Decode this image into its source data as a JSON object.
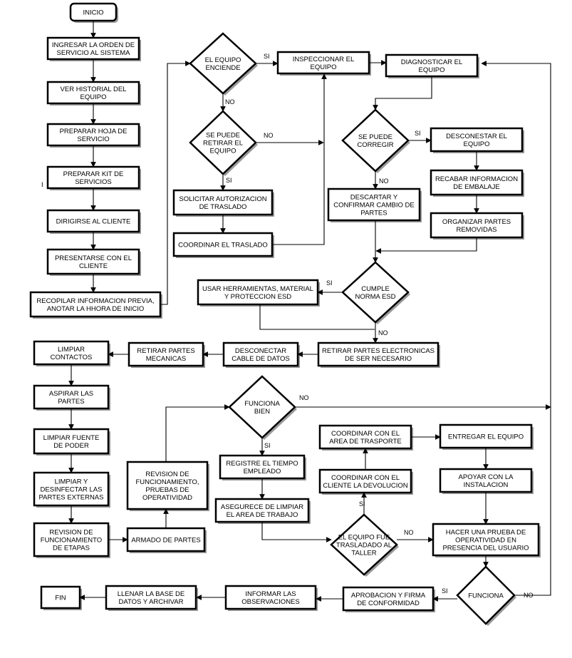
{
  "nodes": {
    "inicio": "INICIO",
    "ingresar": "INGRESAR LA ORDEN DE|SERVICIO AL SISTEMA",
    "historial": "VER HISTORIAL DEL|EQUIPO",
    "hoja": "PREPARAR HOJA DE|SERVICIO",
    "kit": "PREPARAR KIT DE|SERVICIOS",
    "dirigirse": "DIRIGIRSE  AL CLIENTE",
    "presentarse": "PRESENTARSE CON EL|CLIENTE",
    "recopilar": "RECOPILAR INFORMACION  PREVIA,|ANOTAR LA HHORA DE INICIO",
    "enciende": "EL EQUIPO|ENCIENDE",
    "retirar_eq": "SE PUEDE|RETIRAR EL|EQUIPO",
    "solicitar": "SOLICITAR AUTORIZACION|DE TRASLADO",
    "coordinar_traslado": "COORDINAR  EL TRASLADO",
    "inspeccionar": "INSPECCIONAR EL|EQUIPO",
    "diagnosticar": "DIAGNOSTICAR  EL|EQUIPO",
    "corregir": "SE PUEDE|CORREGIR",
    "desconectar_eq": "DESCONESTAR EL|EQUIPO",
    "recabar": "RECABAR INFORMACION|DE EMBALAJE",
    "organizar": "ORGANIZAR PARTES|REMOVIDAS",
    "descartar": "DESCARTAR Y|CONFIRMAR  CAMBIO DE|PARTES",
    "esd": "CUMPLE|NORMA ESD",
    "herramientas": "USAR HERRAMIENTAS, MATERIAL|Y PROTECCION ESD",
    "retirar_elec": "RETIRAR PARTES ELECTRONICAS|DE SER NECESARIO",
    "desconectar_cable": "DESCONECTAR|CABLE DE DATOS",
    "retirar_mec": "RETIRAR PARTES|MECANICAS",
    "limpiar_contactos": "LIMPIAR|CONTACTOS",
    "aspirar": "ASPIRAR LAS|PARTES",
    "fuente": "LIMPIAR FUENTE|DE PODER",
    "desinfectar": "LIMPIAR Y|DESINFECTAR LAS|PARTES EXTERNAS",
    "rev_etapas": "REVISION DE|FUNCIONAMIENTO|DE ETAPAS",
    "armado": "ARMADO DE PARTES",
    "rev_func": "REVISION DE|FUNCIONAMIENTO,|PRUEBAS DE|OPERATIVIDAD",
    "funciona_bien": "FUNCIONA|BIEN",
    "tiempo": "REGISTRE EL TIEMPO|EMPLEADO",
    "asegurese": "ASEGURECE DE LIMPIAR|EL AREA DE TRABAJO",
    "trasladado": "EL EQUIPO FUE|TRASLADADO AL|TALLER",
    "coord_dev": "COORDINAR  CON EL|CLIENTE LA DEVOLUCION",
    "coord_trans": "COORDINAR  CON EL|AREA DE TRASPORTE",
    "entregar": "ENTREGAR EL EQUIPO",
    "apoyar": "APOYAR CON LA|INSTALACION",
    "prueba": "HACER UNA PRUEBA DE|OPERATIVIDAD EN|PRESENCIA DEL USUARIO",
    "funciona": "FUNCIONA",
    "aprobacion": "APROBACION Y FIRMA|DE CONFORMIDAD",
    "informar": "INFORMAR LAS|OBSERVACIONES",
    "llenar": "LLENAR LA BASE DE|DATOS Y ARCHIVAR",
    "fin": "FIN"
  },
  "edge_labels": {
    "si": "SI",
    "no": "NO"
  },
  "stray_mark": "I"
}
